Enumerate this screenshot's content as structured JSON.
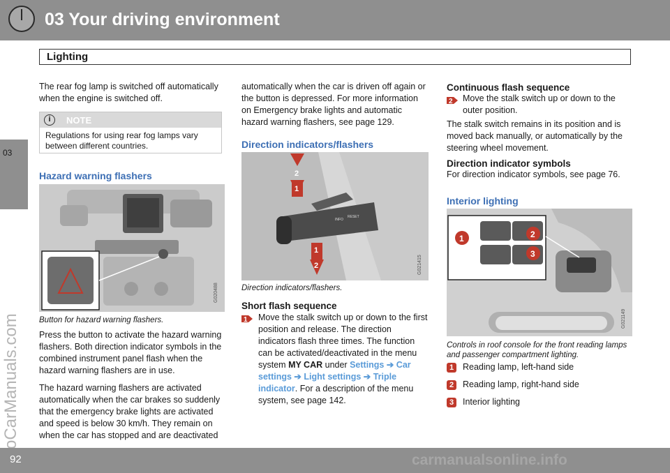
{
  "header": {
    "chapter_title": "03 Your driving environment",
    "section_title": "Lighting",
    "side_tab": "03",
    "watermark_vertical": "ProCarManuals.com"
  },
  "footer": {
    "page_number": "92",
    "watermark": "carmanualsonline.info"
  },
  "col1": {
    "intro": "The rear fog lamp is switched off automatically when the engine is switched off.",
    "note_label": "NOTE",
    "note_text": "Regulations for using rear fog lamps vary between different countries.",
    "heading": "Hazard warning flashers",
    "fig_code": "G020488",
    "caption": "Button for hazard warning flashers.",
    "p1": "Press the button to activate the hazard warning flashers. Both direction indicator symbols in the combined instrument panel flash when the hazard warning flashers are in use.",
    "p2": "The hazard warning flashers are activated automatically when the car brakes so suddenly that the emergency brake lights are activated and speed is below 30 km/h. They remain on when the car has stopped and are deactivated"
  },
  "col2": {
    "p_cont": "automatically when the car is driven off again or the button is depressed. For more information on Emergency brake lights and automatic hazard warning flashers, see page 129.",
    "heading": "Direction indicators/flashers",
    "fig_code": "G021415",
    "stalk_info": "INFO",
    "stalk_reset": "RESET",
    "caption": "Direction indicators/flashers.",
    "short_heading": "Short flash sequence",
    "step_text_a": "Move the stalk switch up or down to the first position and release. The direction indicators flash three times. The function can be activated/deactivated in the menu system ",
    "my_car": "MY CAR",
    "under": " under ",
    "menu_path": "Settings ➔ Car settings ➔ Light settings ➔ Triple indicator",
    "step_text_b": ". For a description of the menu system, see page 142."
  },
  "col3": {
    "cont_heading": "Continuous flash sequence",
    "cont_step": "Move the stalk switch up or down to the outer position.",
    "cont_p": "The stalk switch remains in its position and is moved back manually, or automatically by the steering wheel movement.",
    "sym_heading": "Direction indicator symbols",
    "sym_p": "For direction indicator symbols, see page 76.",
    "interior_heading": "Interior lighting",
    "fig_code": "G021149",
    "caption": "Controls in roof console for the front reading lamps and passenger compartment lighting.",
    "items": [
      {
        "num": "1",
        "label": "Reading lamp, left-hand side"
      },
      {
        "num": "2",
        "label": "Reading lamp, right-hand side"
      },
      {
        "num": "3",
        "label": "Interior lighting"
      }
    ]
  },
  "colors": {
    "header_gray": "#8f8f8f",
    "heading_blue": "#3d6fb4",
    "menu_blue": "#5a9bd8",
    "accent_red": "#c0392b"
  }
}
